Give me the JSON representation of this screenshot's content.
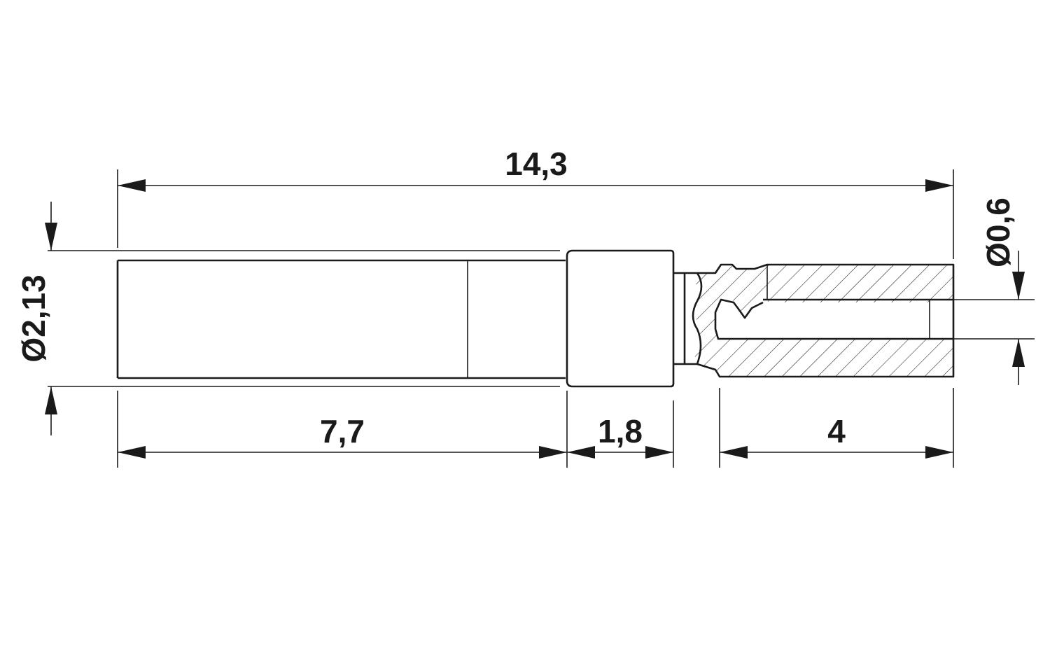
{
  "dimensions": {
    "overall_length": "14,3",
    "crimp_section_length": "7,7",
    "collar_length": "1,8",
    "pin_length": "4",
    "outer_diameter": "Ø2,13",
    "bore_diameter": "Ø0,6"
  },
  "colors": {
    "line": "#1a1a1a",
    "background": "#ffffff"
  }
}
